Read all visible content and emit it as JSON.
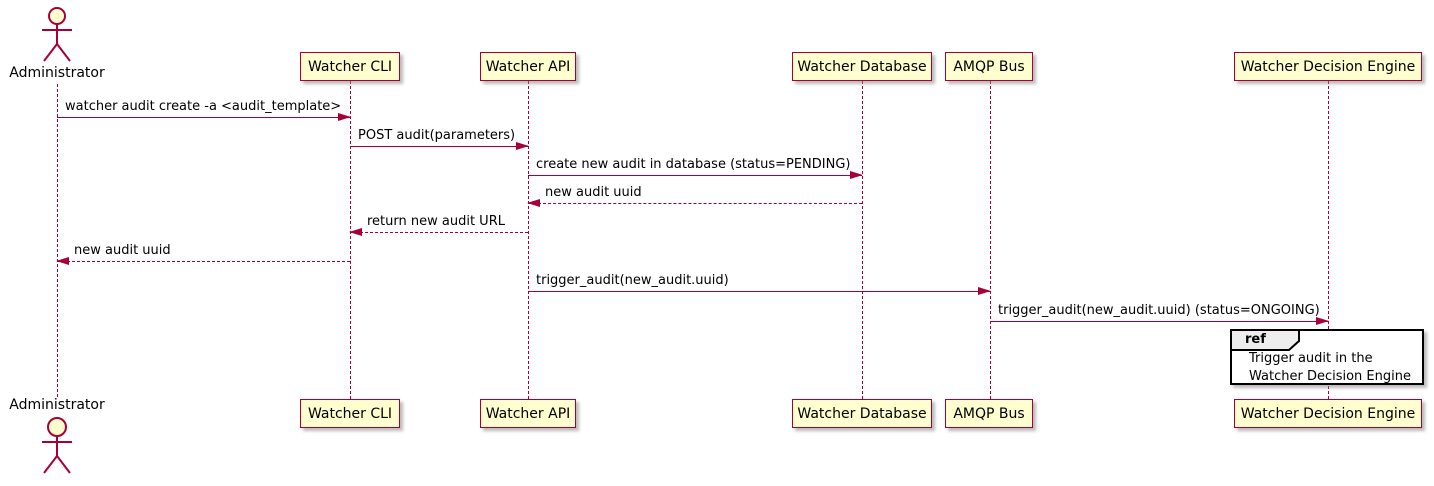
{
  "diagram": {
    "type": "plantuml-sequence",
    "actor": {
      "name": "Administrator"
    },
    "participants": [
      {
        "name": "Watcher CLI"
      },
      {
        "name": "Watcher API"
      },
      {
        "name": "Watcher Database"
      },
      {
        "name": "AMQP Bus"
      },
      {
        "name": "Watcher Decision Engine"
      }
    ],
    "messages": [
      {
        "from": "Administrator",
        "to": "Watcher CLI",
        "label": "watcher audit create -a <audit_template>",
        "style": "solid"
      },
      {
        "from": "Watcher CLI",
        "to": "Watcher API",
        "label": "POST audit(parameters)",
        "style": "solid"
      },
      {
        "from": "Watcher API",
        "to": "Watcher Database",
        "label": "create new audit in database (status=PENDING)",
        "style": "solid"
      },
      {
        "from": "Watcher Database",
        "to": "Watcher API",
        "label": "new audit uuid",
        "style": "dashed"
      },
      {
        "from": "Watcher API",
        "to": "Watcher CLI",
        "label": "return new audit URL",
        "style": "dashed"
      },
      {
        "from": "Watcher CLI",
        "to": "Administrator",
        "label": "new audit uuid",
        "style": "dashed"
      },
      {
        "from": "Watcher API",
        "to": "AMQP Bus",
        "label": "trigger_audit(new_audit.uuid)",
        "style": "solid"
      },
      {
        "from": "AMQP Bus",
        "to": "Watcher Decision Engine",
        "label": "trigger_audit(new_audit.uuid) (status=ONGOING)",
        "style": "solid"
      }
    ],
    "ref": {
      "keyword": "ref",
      "lines": [
        "Trigger audit in the",
        "Watcher Decision Engine"
      ]
    },
    "colors": {
      "participant_fill": "#FEFECE",
      "stroke": "#A80036",
      "ref_header_fill": "#EEEEEE",
      "ref_border": "#000000",
      "text": "#000000"
    }
  }
}
